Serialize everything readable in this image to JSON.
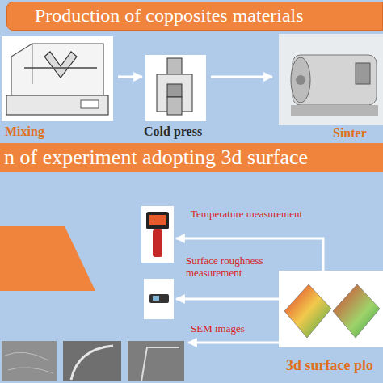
{
  "diagram": {
    "nodes": [
      {
        "text": [
          "Production of copposites materials"
        ]
      },
      {
        "text": [
          "Mixing"
        ]
      },
      {
        "text": [
          "Cold press"
        ]
      },
      {
        "text": [
          "Sinter"
        ]
      },
      {
        "text": [
          "n of experiment adopting 3d surface"
        ]
      },
      {
        "text": [
          "Temperature measurement"
        ]
      },
      {
        "text": [
          "Surface roughness measurement"
        ]
      },
      {
        "text": [
          "SEM images"
        ]
      },
      {
        "text": [
          "3d surface plo"
        ]
      }
    ],
    "edges": [
      {
        "from": 1,
        "to": 2,
        "arrow": "to"
      },
      {
        "from": 2,
        "to": 3,
        "arrow": "to"
      },
      {
        "from": 8,
        "to": 5,
        "arrow": "to"
      },
      {
        "from": 8,
        "to": 6,
        "arrow": "to"
      },
      {
        "from": 8,
        "to": 7,
        "arrow": "to"
      }
    ]
  }
}
